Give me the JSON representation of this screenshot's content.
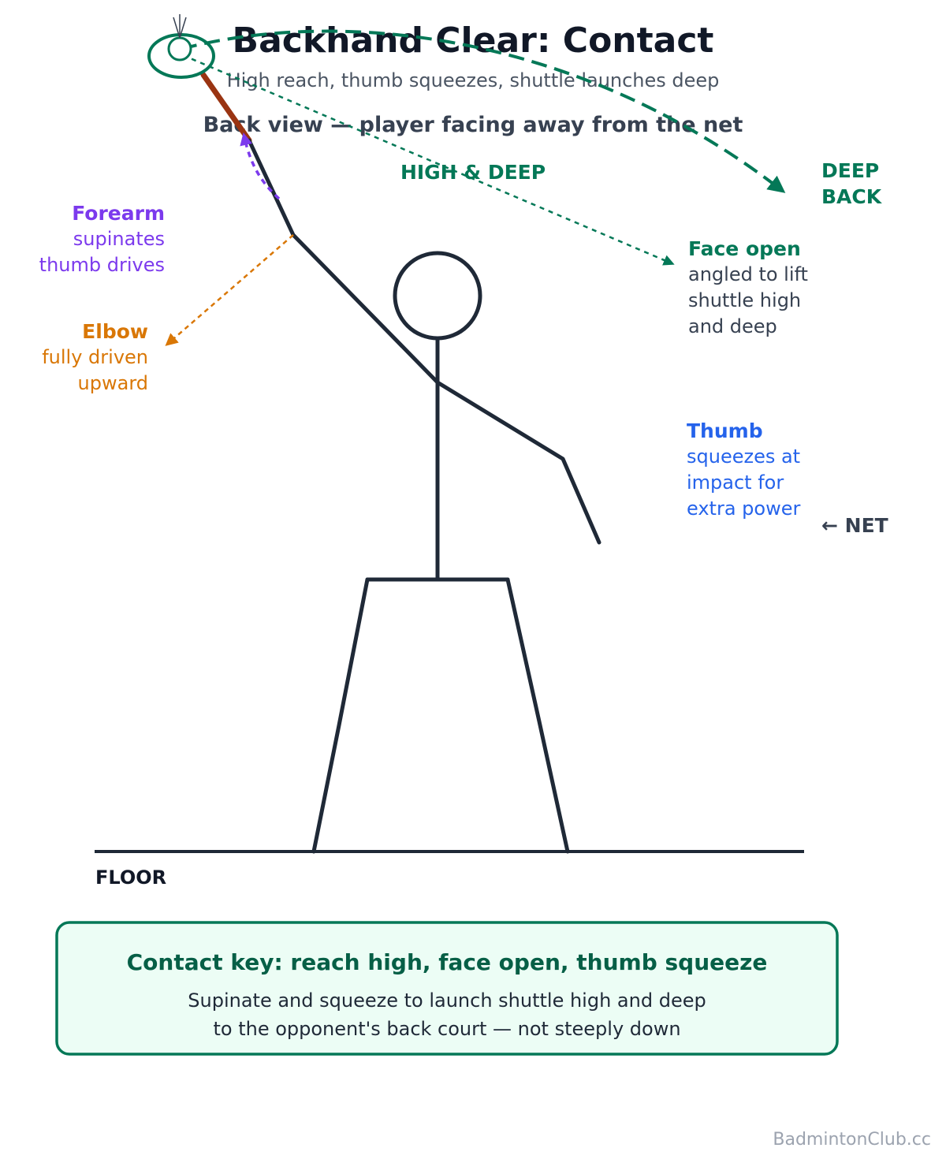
{
  "title": "Backhand Clear: Contact",
  "subtitle": "High reach, thumb squeezes, shuttle launches deep",
  "view_note": "Back view — player facing away from the net",
  "trajectory_label": "HIGH & DEEP",
  "deep_back": {
    "line1": "DEEP",
    "line2": "BACK"
  },
  "face_open": {
    "heading": "Face open",
    "line1": "angled to lift",
    "line2": "shuttle high",
    "line3": "and deep"
  },
  "forearm": {
    "heading": "Forearm",
    "line1": "supinates",
    "line2": "thumb drives"
  },
  "elbow": {
    "heading": "Elbow",
    "line1": "fully driven",
    "line2": "upward"
  },
  "thumb": {
    "heading": "Thumb",
    "line1": "squeezes at",
    "line2": "impact for",
    "line3": "extra power"
  },
  "net_label": "← NET",
  "floor_label": "FLOOR",
  "key": {
    "title": "Contact key: reach high, face open, thumb squeeze",
    "line1": "Supinate and squeeze to launch shuttle high and deep",
    "line2": "to the opponent's back court — not steeply down"
  },
  "watermark": "BadmintonClub.cc",
  "colors": {
    "green": "#047857",
    "purple": "#7c3aed",
    "orange": "#d97706",
    "blue": "#2563eb",
    "body": "#1f2937",
    "handle": "#9a3412"
  }
}
